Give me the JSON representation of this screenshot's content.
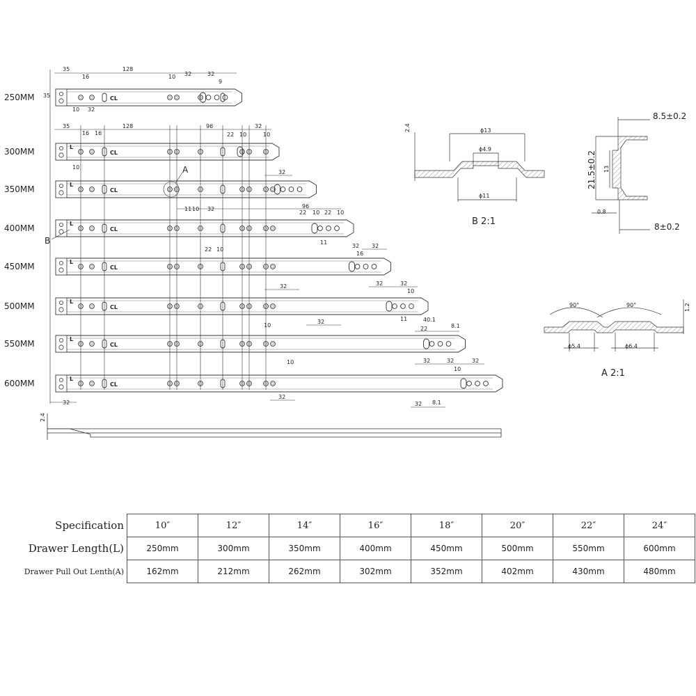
{
  "rails": [
    {
      "label": "250MM",
      "length_mm": 250
    },
    {
      "label": "300MM",
      "length_mm": 300
    },
    {
      "label": "350MM",
      "length_mm": 350
    },
    {
      "label": "400MM",
      "length_mm": 400
    },
    {
      "label": "450MM",
      "length_mm": 450
    },
    {
      "label": "500MM",
      "length_mm": 500
    },
    {
      "label": "550MM",
      "length_mm": 550
    },
    {
      "label": "600MM",
      "length_mm": 600
    }
  ],
  "rail_marking": "CL",
  "rail_end_marking": "L",
  "dimensions": {
    "top_250": [
      "35",
      "16",
      "128",
      "10",
      "32",
      "32",
      "9",
      "10",
      "32"
    ],
    "top_300": [
      "35",
      "16",
      "16",
      "128",
      "96",
      "22",
      "10",
      "32",
      "10"
    ],
    "row_350": [
      "10",
      "32"
    ],
    "row_400": [
      "96",
      "11",
      "10",
      "32",
      "22",
      "10",
      "22",
      "10",
      "11"
    ],
    "row_450": [
      "22",
      "10",
      "32",
      "16",
      "32"
    ],
    "row_500": [
      "32",
      "32",
      "32",
      "10",
      "11"
    ],
    "row_550": [
      "10",
      "32",
      "40.1",
      "22",
      "8.1"
    ],
    "row_600": [
      "10",
      "32",
      "32",
      "32",
      "10",
      "32",
      "8.1"
    ],
    "side_height": "35",
    "bottom_offset": "32",
    "profile_thickness": "2.4"
  },
  "callouts": {
    "a": "A",
    "b": "B"
  },
  "details": {
    "b": {
      "title": "B  2:1",
      "thickness": "2.4",
      "d_top": "ϕ13",
      "d_mid": "ϕ4.9",
      "d_bottom": "ϕ11"
    },
    "section": {
      "top_width": "8.5±0.2",
      "height": "21.5±0.2",
      "inner_height": "13",
      "thickness": "0.8",
      "bottom_width": "8±0.2"
    },
    "a": {
      "title": "A  2:1",
      "angle_left": "90°",
      "angle_right": "90°",
      "thickness": "1.2",
      "d_left": "ϕ5.4",
      "d_right": "ϕ6.4"
    }
  },
  "spec_table": {
    "rows": [
      {
        "label": "Specification",
        "values": [
          "10″",
          "12″",
          "14″",
          "16″",
          "18″",
          "20″",
          "22″",
          "24″"
        ]
      },
      {
        "label": "Drawer Length(L)",
        "values": [
          "250mm",
          "300mm",
          "350mm",
          "400mm",
          "450mm",
          "500mm",
          "550mm",
          "600mm"
        ]
      },
      {
        "label": "Drawer Pull Out Lenth(A)",
        "values": [
          "162mm",
          "212mm",
          "262mm",
          "302mm",
          "352mm",
          "402mm",
          "430mm",
          "480mm"
        ]
      }
    ]
  }
}
